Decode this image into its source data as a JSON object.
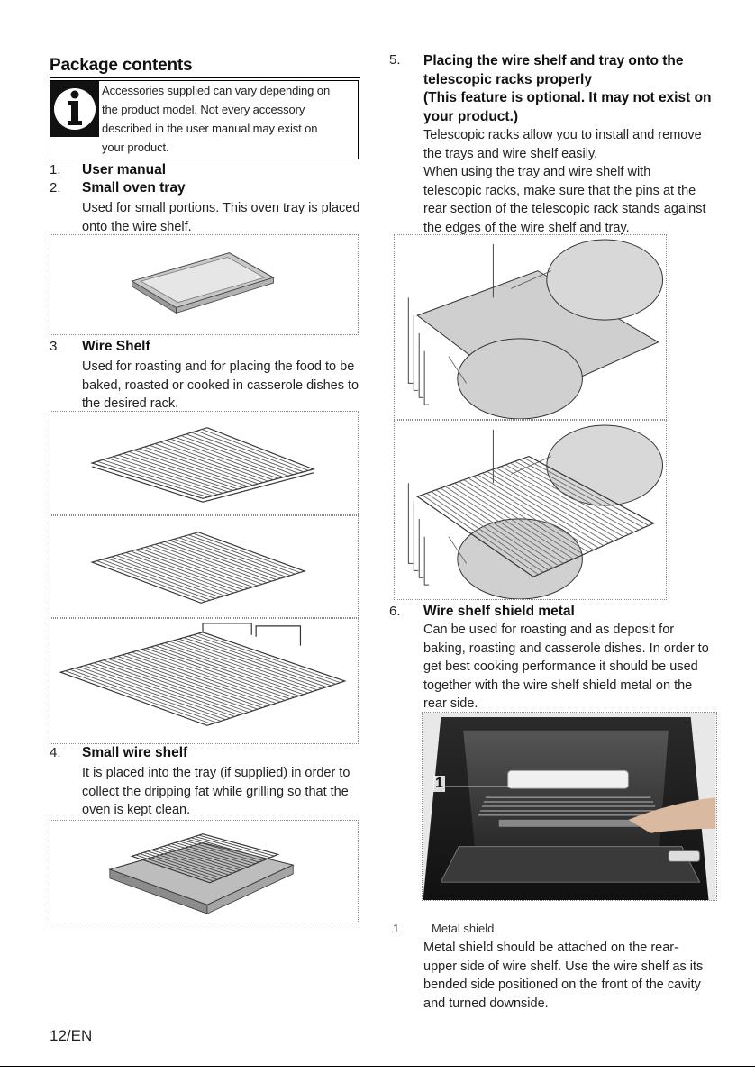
{
  "section_title": "Package contents",
  "info_note": {
    "lines": [
      "Accessories supplied can vary depending on",
      "the product model. Not every accessory",
      "described in the user manual may exist on",
      "your product."
    ]
  },
  "left_items": [
    {
      "number": "1.",
      "title": "User manual",
      "body": []
    },
    {
      "number": "2.",
      "title": "Small oven tray",
      "body": [
        "Used for small portions. This oven tray is placed",
        "onto the wire shelf."
      ]
    },
    {
      "number": "3.",
      "title": "Wire Shelf",
      "body": [
        "Used for roasting and for placing the food to be",
        "baked, roasted or cooked in casserole dishes to",
        "the desired rack."
      ]
    },
    {
      "number": "4.",
      "title": "Small wire shelf",
      "body": [
        "It is placed into the tray (if supplied) in order to",
        "collect the dripping fat while grilling so that the",
        "oven is kept clean."
      ]
    }
  ],
  "right_items": [
    {
      "number": "5.",
      "title_lines": [
        "Placing the wire shelf and tray onto the",
        "telescopic racks properly",
        "(This feature is optional. It may not exist on",
        "your product.)"
      ],
      "body": [
        "Telescopic racks allow you to install and remove",
        "the trays and wire shelf easily.",
        "When using the tray and wire shelf with",
        "telescopic racks, make sure that the pins at the",
        "rear section of the telescopic rack stands against",
        "the edges of the wire shelf and tray."
      ]
    },
    {
      "number": "6.",
      "title_lines": [
        "Wire shelf shield metal"
      ],
      "body": [
        "Can be used for roasting and as deposit for",
        "baking, roasting and casserole dishes. In order to",
        "get best cooking performance it should be used",
        "together with the wire shelf shield metal on the",
        "rear side."
      ]
    }
  ],
  "photo_callout": "1",
  "legend": {
    "number": "1",
    "label": "Metal shield",
    "body": [
      "Metal shield should be attached on the rear-",
      "upper side of wire shelf. Use the wire shelf as its",
      "bended side positioned on the front of the cavity",
      "and turned downside."
    ]
  },
  "footer": "12/EN",
  "icon": "info-icon"
}
